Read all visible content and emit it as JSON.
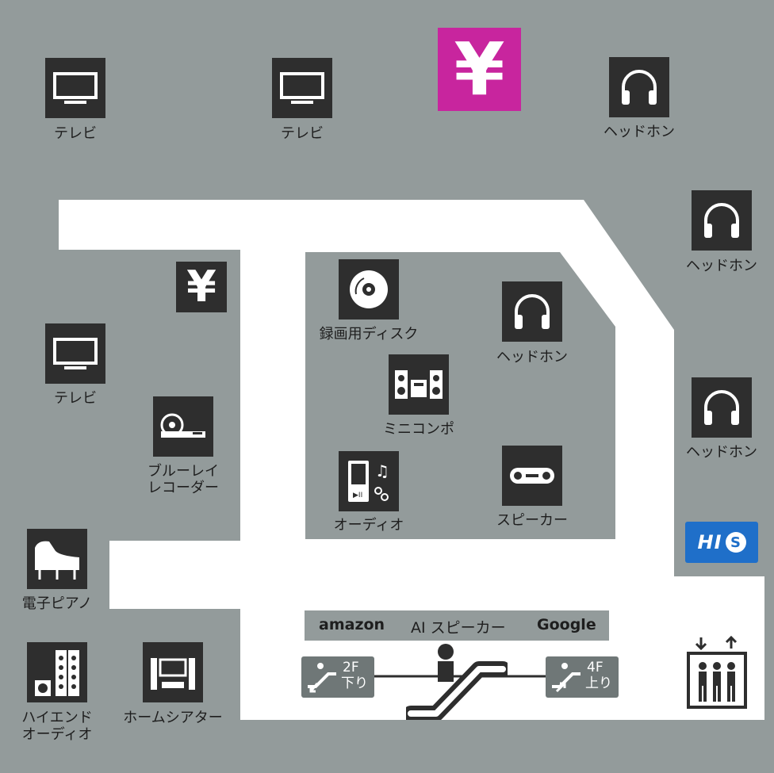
{
  "map": {
    "colors": {
      "floor": "#939b9b",
      "aisle": "#ffffff",
      "tile": "#2e2e2e",
      "yen_accent": "#c8259e",
      "his_brand": "#1f6fc9",
      "escalator_badge": "#6f7777"
    },
    "zones": [
      {
        "icon": "tv-icon",
        "label": "テレビ"
      },
      {
        "icon": "tv-icon",
        "label": "テレビ"
      },
      {
        "icon": "headphones-icon",
        "label": "ヘッドホン"
      },
      {
        "icon": "headphones-icon",
        "label": "ヘッドホン"
      },
      {
        "icon": "headphones-icon",
        "label": "ヘッドホン"
      },
      {
        "icon": "tv-icon",
        "label": "テレビ"
      },
      {
        "icon": "bluray-recorder-icon",
        "label_lines": [
          "ブルーレイ",
          "レコーダー"
        ]
      },
      {
        "icon": "disc-icon",
        "label": "録画用ディスク"
      },
      {
        "icon": "headphones-icon",
        "label": "ヘッドホン"
      },
      {
        "icon": "mini-component-icon",
        "label": "ミニコンポ"
      },
      {
        "icon": "audio-player-icon",
        "label": "オーディオ"
      },
      {
        "icon": "speaker-icon",
        "label": "スピーカー"
      },
      {
        "icon": "piano-icon",
        "label": "電子ピアノ"
      },
      {
        "icon": "hiend-audio-icon",
        "label_lines": [
          "ハイエンド",
          "オーディオ"
        ]
      },
      {
        "icon": "home-theater-icon",
        "label": "ホームシアター"
      }
    ],
    "yen_large": {
      "glyph": "¥",
      "icon": "yen-icon"
    },
    "yen_small": {
      "glyph": "¥",
      "icon": "yen-icon"
    },
    "his": {
      "text": "HI",
      "circle": "S",
      "icon": "his-logo-icon"
    },
    "ai_bar": {
      "left": "amazon",
      "center": "AI スピーカー",
      "right": "Google"
    },
    "escalator_down": {
      "floor": "2F",
      "direction": "下り",
      "icon": "escalator-down-icon"
    },
    "escalator_up": {
      "floor": "4F",
      "direction": "上り",
      "icon": "escalator-up-icon"
    },
    "escalator_main": {
      "icon": "escalator-icon"
    },
    "elevator": {
      "icon": "elevator-icon"
    }
  }
}
